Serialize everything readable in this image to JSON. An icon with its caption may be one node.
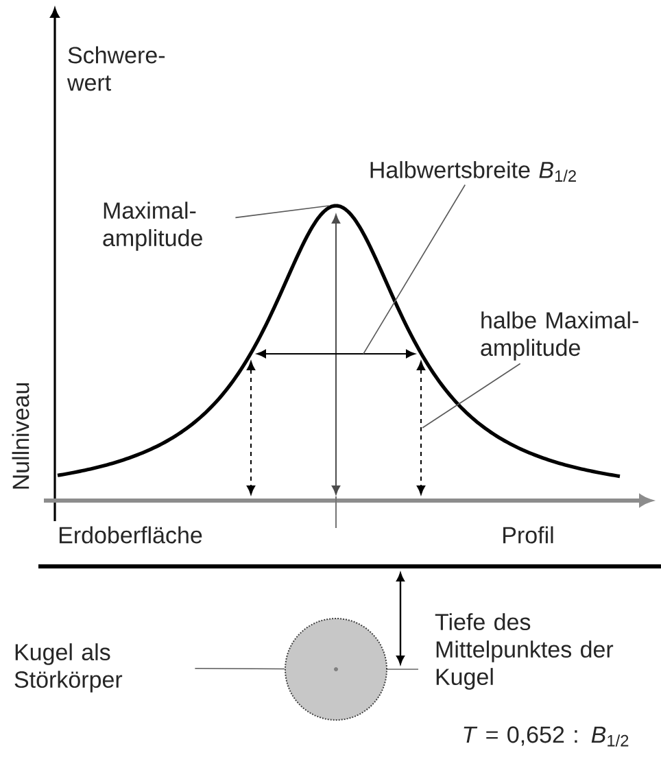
{
  "diagram": {
    "nodes": [
      {
        "text": [
          "Maximal- amplitude"
        ]
      },
      {
        "text": [
          "Halbwertsbreite *B*$_{1/2}$"
        ]
      },
      {
        "text": [
          "halbe Maximal- amplitude"
        ]
      },
      {
        "text": [
          "Kugel als Störkörper"
        ]
      },
      {
        "text": [],
        "shape": "circle"
      }
    ],
    "edges": [
      {
        "from": 0,
        "to": null,
        "arrow": "none"
      },
      {
        "from": 1,
        "to": null,
        "arrow": "none"
      },
      {
        "from": 2,
        "to": null,
        "arrow": "none"
      },
      {
        "from": 3,
        "to": 4,
        "arrow": "none"
      }
    ],
    "labels": [
      "Schwere- wert",
      "Nullniveau",
      "Erdoberfläche",
      "Profil",
      "Tiefe des Mittelpunktes der Kugel",
      "*T* = 0,652 : *B*$_{1/2}$"
    ]
  }
}
